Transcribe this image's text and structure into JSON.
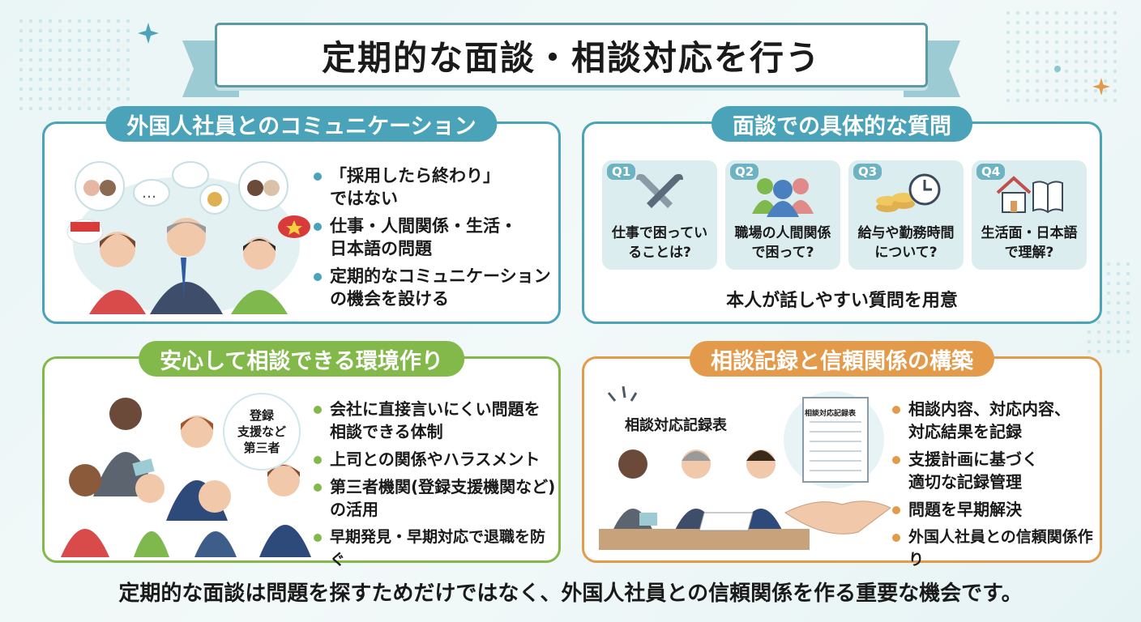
{
  "title": "定期的な面談・相談対応を行う",
  "panel1": {
    "heading": "外国人社員とのコミュニケーション",
    "bullets": [
      "「採用したら終わり」\nではない",
      "仕事・人間関係・生活・\n日本語の問題",
      "定期的なコミュニケーション\nの機会を設ける"
    ]
  },
  "panel2": {
    "heading": "面談での具体的な質問",
    "questions": [
      {
        "num": "Q1",
        "text": "仕事で困ってい\nることは?",
        "icon": "wrench-icon"
      },
      {
        "num": "Q2",
        "text": "職場の人間関係\nで困って?",
        "icon": "people-icon"
      },
      {
        "num": "Q3",
        "text": "給与や勤務時間\nについて?",
        "icon": "coins-clock-icon"
      },
      {
        "num": "Q4",
        "text": "生活面・日本語\nで理解?",
        "icon": "house-book-icon"
      }
    ],
    "caption": "本人が話しやすい質問を用意"
  },
  "panel3": {
    "heading": "安心して相談できる環境作り",
    "bubble": "登録\n支援など\n第三者",
    "bullets": [
      "会社に直接言いにくい問題を\n相談できる体制",
      "上司との関係やハラスメント",
      "第三者機関(登録支援機関など)\nの活用",
      "早期発見・早期対応で退職を防ぐ"
    ]
  },
  "panel4": {
    "heading": "相談記録と信頼関係の構築",
    "label": "相談対応記録表",
    "doc_title": "相談対応記録表",
    "bullets": [
      "相談内容、対応内容、\n対応結果を記録",
      "支援計画に基づく\n適切な記録管理",
      "問題を早期解決",
      "外国人社員との信頼関係作り"
    ]
  },
  "footer": "定期的な面談は問題を探すためだけではなく、外国人社員との信頼関係を作る重要な機会です。",
  "colors": {
    "teal": "#4aa3b8",
    "green": "#82b94a",
    "orange": "#e39a4a"
  }
}
